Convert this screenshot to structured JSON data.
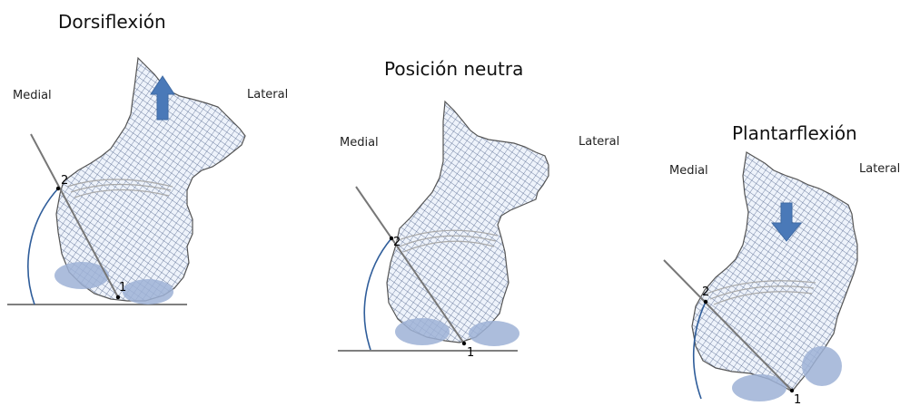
{
  "panels": [
    {
      "title": "Dorsiflexión",
      "medial": "Medial",
      "lateral": "Lateral",
      "point1": "1",
      "point2": "2",
      "arrow": "arrow-up"
    },
    {
      "title": "Posición neutra",
      "medial": "Medial",
      "lateral": "Lateral",
      "point1": "1",
      "point2": "2",
      "arrow": ""
    },
    {
      "title": "Plantarflexión",
      "medial": "Medial",
      "lateral": "Lateral",
      "point1": "1",
      "point2": "2",
      "arrow": "arrow-down"
    }
  ],
  "colors": {
    "bone_fill": "#eef3fb",
    "hatch": "#4a5e86",
    "arc": "#2f5d9a",
    "arrow": "#4a79b8",
    "sesamoid": "#9db2d6",
    "line": "#666666"
  }
}
